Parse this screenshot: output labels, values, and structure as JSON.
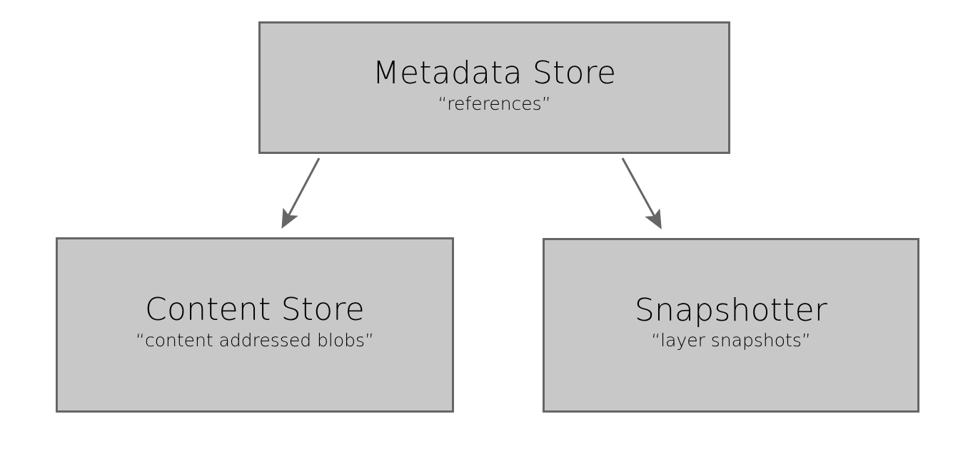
{
  "diagram": {
    "type": "block-diagram",
    "background_color": "#ffffff",
    "node_fill_color": "#c8c8c8",
    "node_border_color": "#666666",
    "edge_color": "#666666",
    "nodes": [
      {
        "id": "metadata-store",
        "title": "Metadata Store",
        "subtitle": "“references”"
      },
      {
        "id": "content-store",
        "title": "Content Store",
        "subtitle": "“content addressed blobs”"
      },
      {
        "id": "snapshotter",
        "title": "Snapshotter",
        "subtitle": "“layer snapshots”"
      }
    ],
    "edges": [
      {
        "id": "metadata-to-content",
        "from": "metadata-store",
        "to": "content-store",
        "label": "",
        "arrow": "single"
      },
      {
        "id": "metadata-to-snapshotter",
        "from": "metadata-store",
        "to": "snapshotter",
        "label": "",
        "arrow": "single"
      }
    ]
  }
}
